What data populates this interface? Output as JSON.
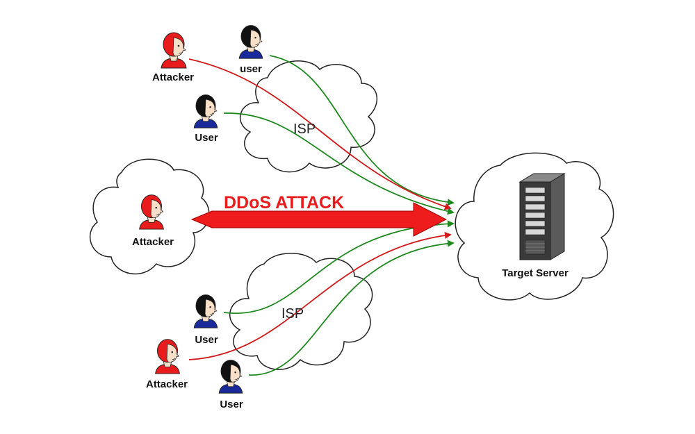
{
  "diagram": {
    "title": "DDoS ATTACK",
    "isp_top": "ISP",
    "isp_bottom": "ISP",
    "target": "Target Server",
    "nodes": {
      "attacker_top": "Attacker",
      "user_top_small": "user",
      "user_top": "User",
      "attacker_center": "Attacker",
      "user_bottom": "User",
      "attacker_bottom": "Attacker",
      "user_bottom2": "User"
    }
  },
  "colors": {
    "attacker": "#e81c1c",
    "user": "#111111",
    "user_shirt": "#1a2a9a",
    "attack_flow": "#d21a1a",
    "user_flow": "#1e8a1e",
    "server": "#3a3a3a"
  }
}
